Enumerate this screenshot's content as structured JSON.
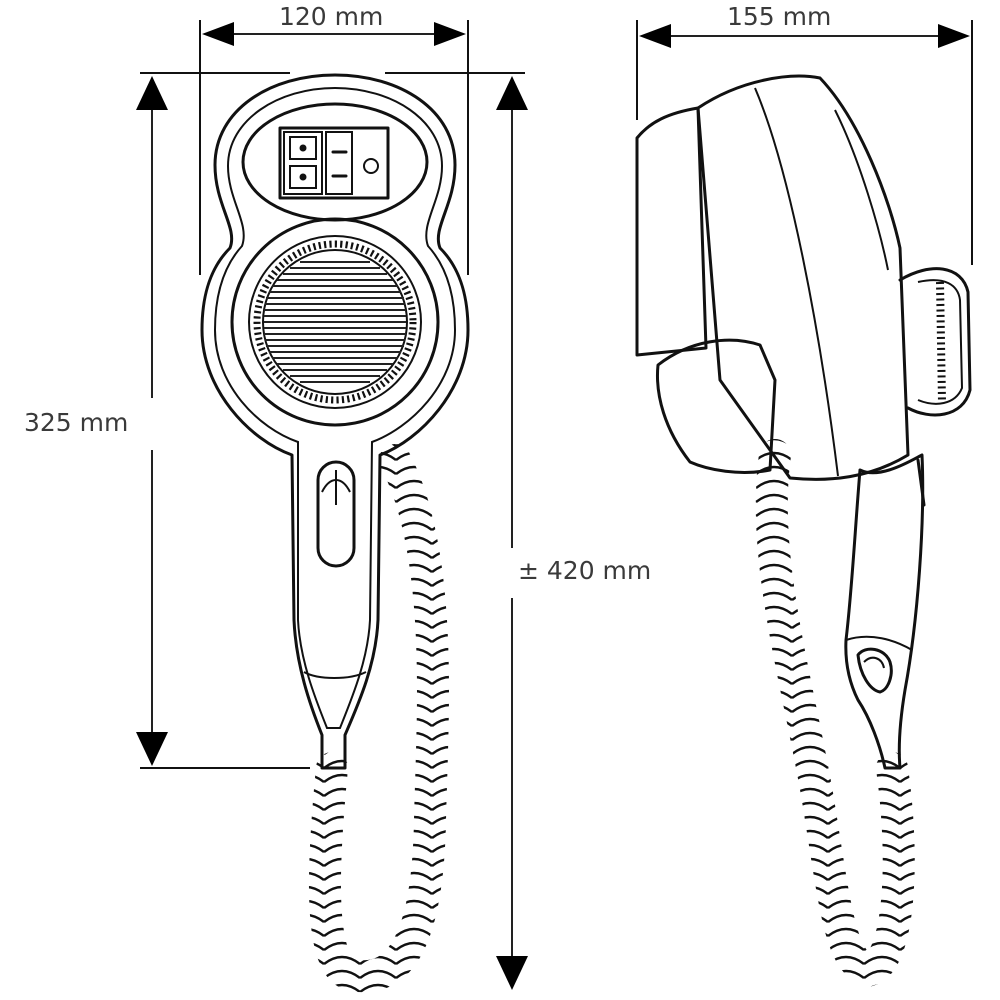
{
  "dimensions": {
    "front_width": "120 mm",
    "side_depth": "155 mm",
    "body_height": "325 mm",
    "total_height": "± 420 mm"
  },
  "views": [
    "front-view",
    "side-view"
  ],
  "colors": {
    "line": "#111111",
    "label": "#3a3a3a",
    "background": "#ffffff"
  }
}
